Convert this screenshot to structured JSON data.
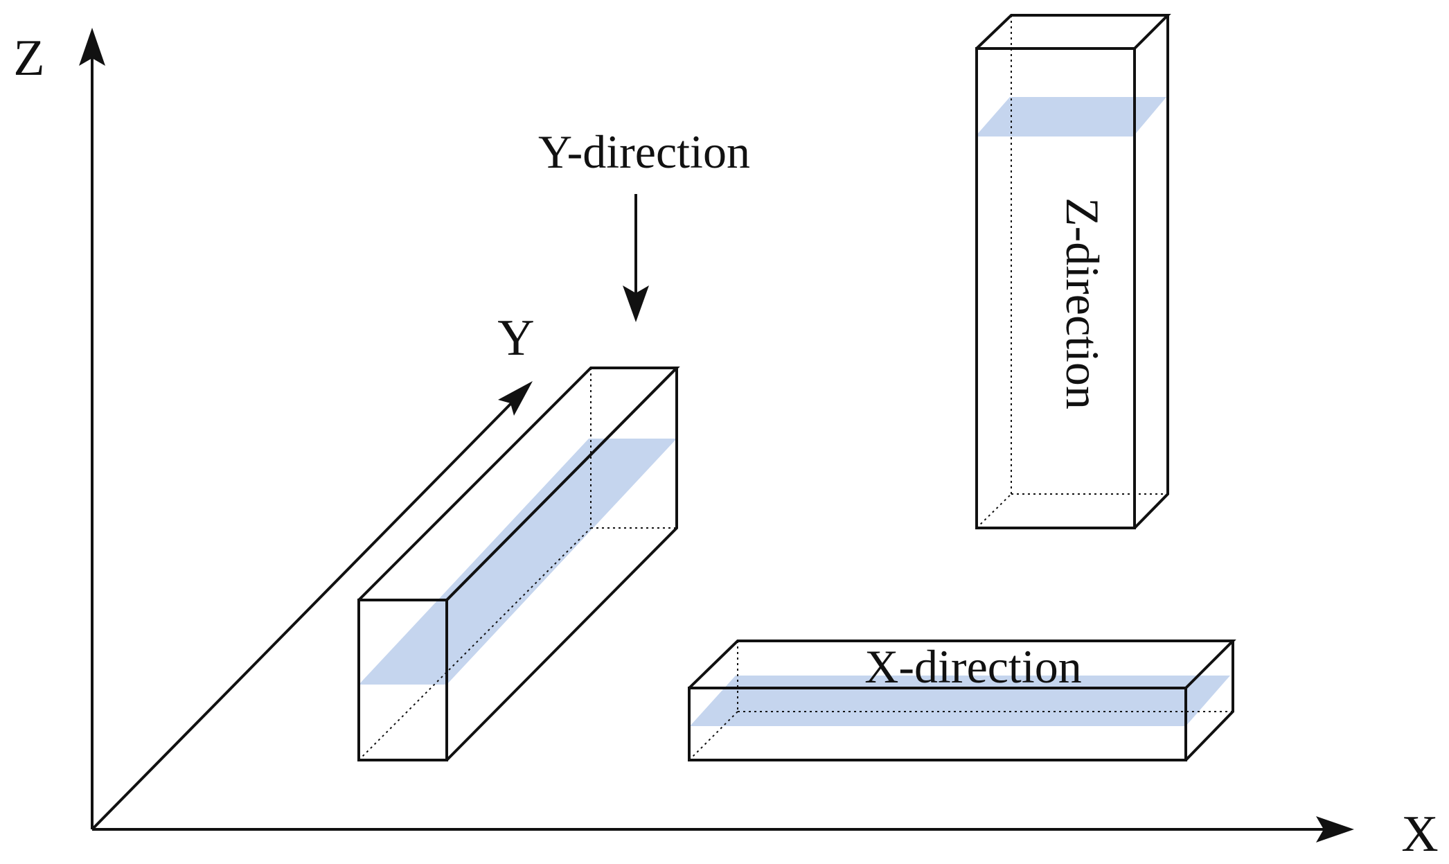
{
  "axes": {
    "x_label": "X",
    "y_label": "Y",
    "z_label": "Z"
  },
  "labels": {
    "y_direction": "Y-direction",
    "z_direction": "Z-direction",
    "x_direction": "X-direction"
  },
  "colors": {
    "line": "#111111",
    "plane": "#c5d5ee",
    "background": "#ffffff"
  }
}
